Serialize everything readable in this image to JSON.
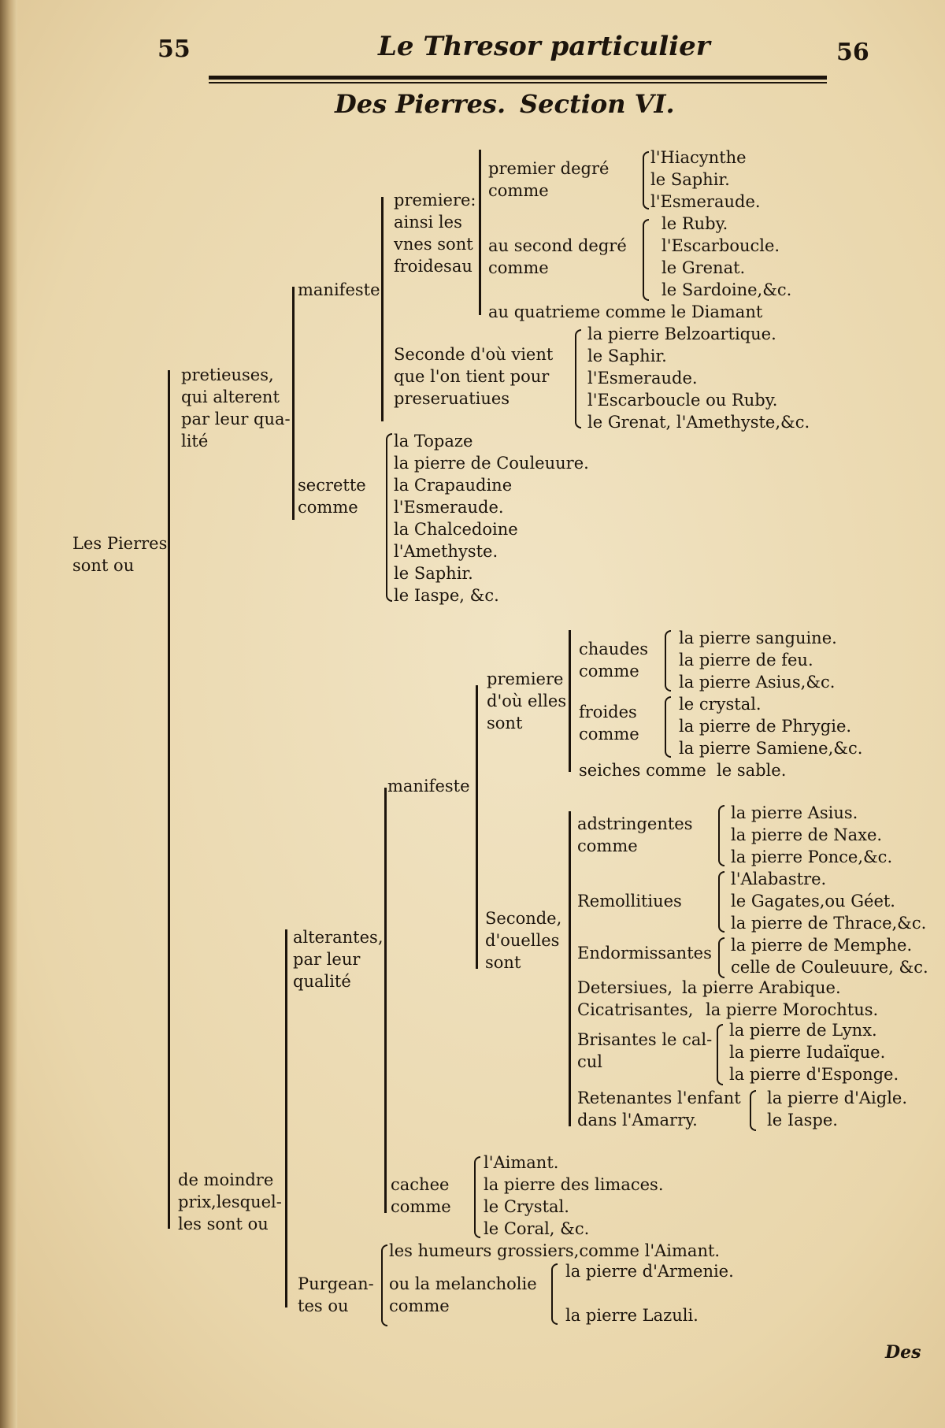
{
  "header": {
    "page_left": "55",
    "running_title": "Le Thresor particulier",
    "page_right": "56",
    "section_title": "Des Pierres.",
    "section_number": "Section VI."
  },
  "tree": {
    "root": [
      "Les Pierres",
      "sont ou"
    ],
    "pretieuses": [
      "pretieuses,",
      "qui alterent",
      "par leur qua-",
      "lité"
    ],
    "manifeste1": "manifeste",
    "premiere1": [
      "premiere:",
      "ainsi   les",
      "vnes  sont",
      "froidesau"
    ],
    "premier_degre": [
      "premier degré",
      "comme"
    ],
    "premier_degre_items": [
      "l'Hiacynthe",
      "le Saphir.",
      "l'Esmeraude."
    ],
    "second_degre": [
      "au second  degré",
      "comme"
    ],
    "second_degre_items": [
      "le Ruby.",
      "l'Escarboucle.",
      "le Grenat.",
      "le Sardoine,&c."
    ],
    "quatrieme": "au quatrieme comme",
    "quatrieme_item": "le Diamant",
    "seconde1": [
      "Seconde  d'où vient",
      "que  l'on tient pour",
      "preseruatiues"
    ],
    "seconde1_items": [
      "la pierre Belzoartique.",
      "le Saphir.",
      "l'Esmeraude.",
      "l'Escarboucle ou Ruby.",
      "le Grenat, l'Amethyste,&c."
    ],
    "secrette": [
      "secrette",
      "comme"
    ],
    "secrette_items": [
      "la Topaze",
      "la pierre de Couleuure.",
      "la Crapaudine",
      "l'Esmeraude.",
      "la Chalcedoine",
      "l'Amethyste.",
      "le Saphir.",
      "le Iaspe, &c."
    ],
    "moindre": [
      "de moindre",
      "prix,lesquel-",
      "les sont ou"
    ],
    "alterantes": [
      "alterantes,",
      "par   leur",
      "qualité"
    ],
    "manifeste2": "manifeste",
    "premiere2": [
      "premiere",
      "d'où elles",
      "sont"
    ],
    "chaudes": [
      "chaudes",
      "comme"
    ],
    "chaudes_items": [
      "la pierre sanguine.",
      "la pierre de feu.",
      "la pierre Asius,&c."
    ],
    "froides": [
      "froides",
      "comme"
    ],
    "froides_items": [
      "le crystal.",
      "la pierre de Phrygie.",
      "la pierre Samiene,&c."
    ],
    "seiches": "seiches comme",
    "seiches_item": "le sable.",
    "seconde2": [
      "Seconde,",
      "d'ouelles",
      "sont"
    ],
    "adstringentes": [
      "adstringentes",
      "comme"
    ],
    "adstringentes_items": [
      "la pierre Asius.",
      "la pierre de Naxe.",
      "la pierre Ponce,&c."
    ],
    "remollitiues": "Remollitiues",
    "remollitiues_items": [
      "l'Alabastre.",
      "le Gagates,ou Géet.",
      "la pierre de Thrace,&c."
    ],
    "endormissantes": "Endormissantes",
    "endormissantes_items": [
      "la pierre de Memphe.",
      "celle de Couleuure, &c."
    ],
    "detersiues": "Detersiues,",
    "detersiues_item": "la pierre Arabique.",
    "cicatrisantes": "Cicatrisantes,",
    "cicatrisantes_item": "la pierre Morochtus.",
    "brisantes": [
      "Brisantes le cal-",
      "cul"
    ],
    "brisantes_items": [
      "la pierre de Lynx.",
      "la pierre Iudaïque.",
      "la pierre d'Esponge."
    ],
    "retenantes": [
      "Retenantes l'enfant",
      "dans l'Amarry."
    ],
    "retenantes_items": [
      "la pierre d'Aigle.",
      "le Iaspe."
    ],
    "cachee": [
      "cachee",
      "comme"
    ],
    "cachee_items": [
      "l'Aimant.",
      "la pierre des limaces.",
      "le Crystal.",
      "le Coral, &c."
    ],
    "purgeantes": [
      "Purgean-",
      "tes ou"
    ],
    "purgeantes_items": [
      "les humeurs grossiers,comme l'Aimant.",
      "ou la melancholie",
      "comme"
    ],
    "melancholie_items": [
      "la pierre d'Armenie.",
      "la pierre Lazuli."
    ]
  },
  "footer": {
    "catchword": "Des"
  }
}
